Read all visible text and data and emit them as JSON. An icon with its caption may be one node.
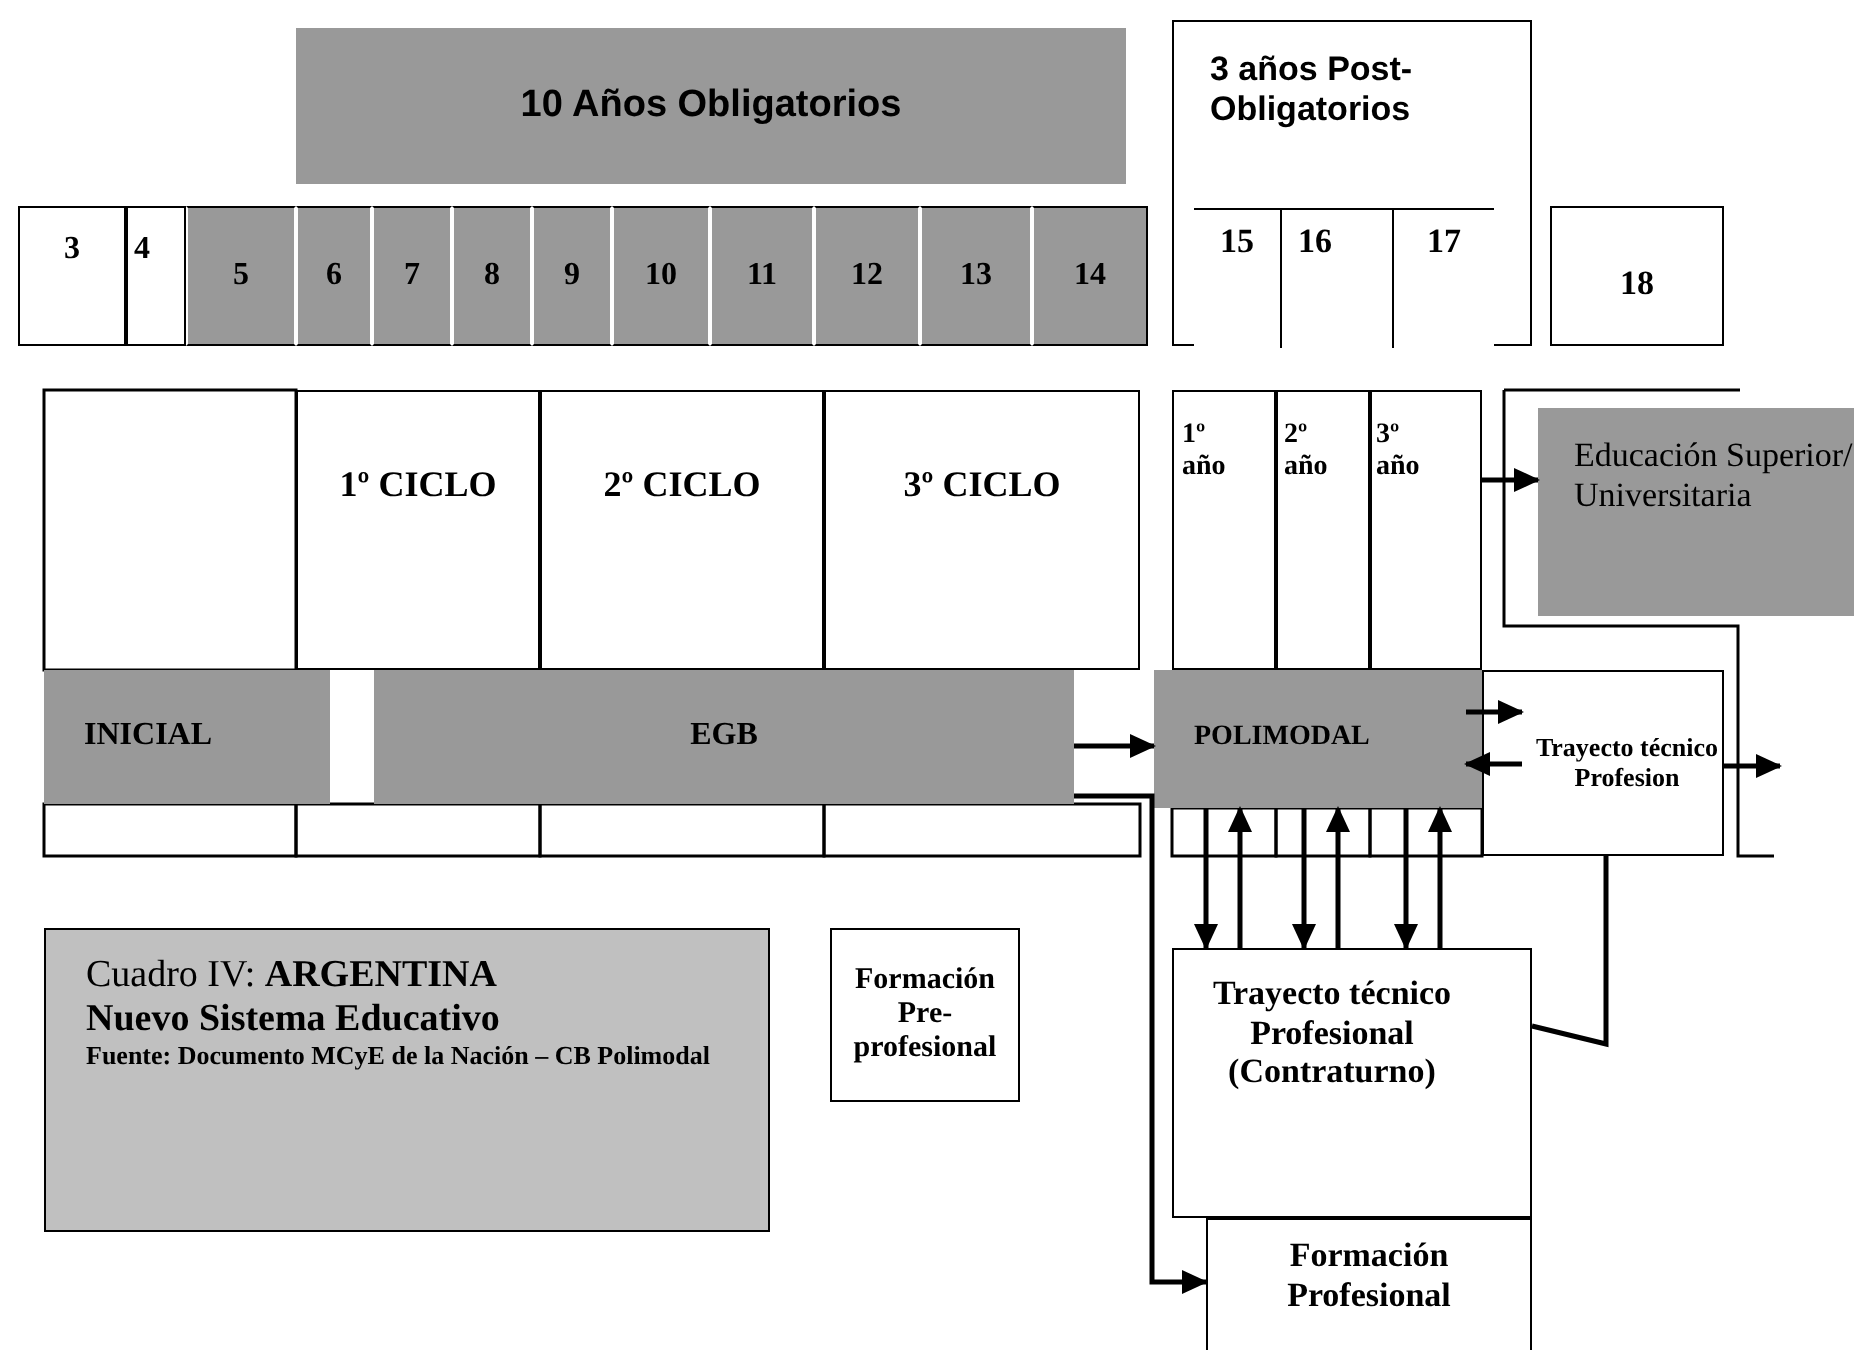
{
  "diagram": {
    "nodes": [
      {
        "text": [
          "10 Años Obligatorios"
        ]
      },
      {
        "text": [
          "3"
        ]
      },
      {
        "text": [
          "4"
        ]
      },
      {
        "text": [
          "5"
        ]
      },
      {
        "text": [
          "6"
        ]
      },
      {
        "text": [
          "7"
        ]
      },
      {
        "text": [
          "8"
        ]
      },
      {
        "text": [
          "9"
        ]
      },
      {
        "text": [
          "10"
        ]
      },
      {
        "text": [
          "11"
        ]
      },
      {
        "text": [
          "12"
        ]
      },
      {
        "text": [
          "13"
        ]
      },
      {
        "text": [
          "14"
        ]
      },
      {
        "text": [
          "3 años Post-Obligatorios"
        ]
      },
      {
        "text": [
          "15"
        ],
        "in": 13
      },
      {
        "text": [
          "16"
        ],
        "in": 13
      },
      {
        "text": [
          "17"
        ],
        "in": 13
      },
      {
        "text": [
          "18"
        ]
      },
      {
        "text": [
          "1º CICLO"
        ]
      },
      {
        "text": [
          "2º CICLO"
        ]
      },
      {
        "text": [
          "3º CICLO"
        ]
      },
      {
        "text": [
          "INICIAL"
        ]
      },
      {
        "text": [
          "EGB"
        ]
      },
      {
        "text": [
          "1º año"
        ]
      },
      {
        "text": [
          "2º año"
        ]
      },
      {
        "text": [
          "3º año"
        ]
      },
      {
        "text": [
          "Educación Superior/ Universitaria"
        ]
      },
      {
        "text": [
          "POLIMODAL"
        ]
      },
      {
        "text": [
          "Trayecto técnico Profesion"
        ]
      },
      {
        "text": [
          "Formación Pre-profesional"
        ]
      },
      {
        "text": [
          "Trayecto técnico Profesional (Contraturno)"
        ]
      },
      {
        "text": [
          "Formación Profesional"
        ]
      },
      {
        "text": [
          "Cuadro IV: **ARGENTINA**",
          "Nuevo Sistema Educativo",
          "Fuente: Documento MCyE de la Nación – CB Polimodal"
        ]
      }
    ],
    "edges": [
      {
        "from": 22,
        "to": 27,
        "arrow": "to"
      },
      {
        "from": 25,
        "to": 26,
        "arrow": "to"
      },
      {
        "from": 27,
        "to": 28,
        "arrow": "to"
      },
      {
        "from": 28,
        "to": 27,
        "arrow": "to"
      },
      {
        "from": 28,
        "to": null,
        "arrow": "to"
      },
      {
        "from": 27,
        "to": 30,
        "arrow": "to"
      },
      {
        "from": 30,
        "to": 27,
        "arrow": "to"
      },
      {
        "from": 27,
        "to": 30,
        "arrow": "to"
      },
      {
        "from": 30,
        "to": 27,
        "arrow": "to"
      },
      {
        "from": 27,
        "to": 30,
        "arrow": "to"
      },
      {
        "from": 30,
        "to": 27,
        "arrow": "to"
      },
      {
        "from": 30,
        "to": 28,
        "arrow": "none"
      },
      {
        "from": 22,
        "to": 31,
        "arrow": "to"
      }
    ]
  }
}
